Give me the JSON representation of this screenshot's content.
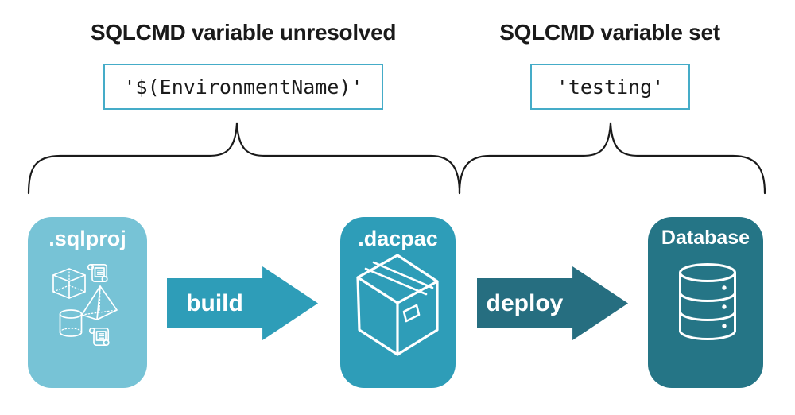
{
  "annotations": {
    "left": {
      "heading": "SQLCMD variable unresolved",
      "code": "'$(EnvironmentName)'"
    },
    "right": {
      "heading": "SQLCMD variable set",
      "code": "'testing'"
    }
  },
  "pipeline": {
    "nodes": [
      {
        "id": "sqlproj",
        "label": ".sqlproj",
        "icons": [
          "scroll-icon",
          "cube-icon",
          "pyramid-icon",
          "cylinder-icon",
          "scroll-icon"
        ]
      },
      {
        "id": "dacpac",
        "label": ".dacpac",
        "icons": [
          "package-icon"
        ]
      },
      {
        "id": "database",
        "label": "Database",
        "icons": [
          "database-icon"
        ]
      }
    ],
    "arrows": [
      {
        "id": "build",
        "label": "build"
      },
      {
        "id": "deploy",
        "label": "deploy"
      }
    ]
  },
  "colors": {
    "node_sqlproj": "#77C3D6",
    "node_dacpac": "#2E9DB8",
    "node_database": "#257586",
    "arrow_build": "#2E9DB8",
    "arrow_deploy": "#266E80",
    "code_box_border": "#45ACC8",
    "brace_stroke": "#1A1A1A",
    "text_dark": "#1A1A1A",
    "text_light": "#FFFFFF"
  }
}
